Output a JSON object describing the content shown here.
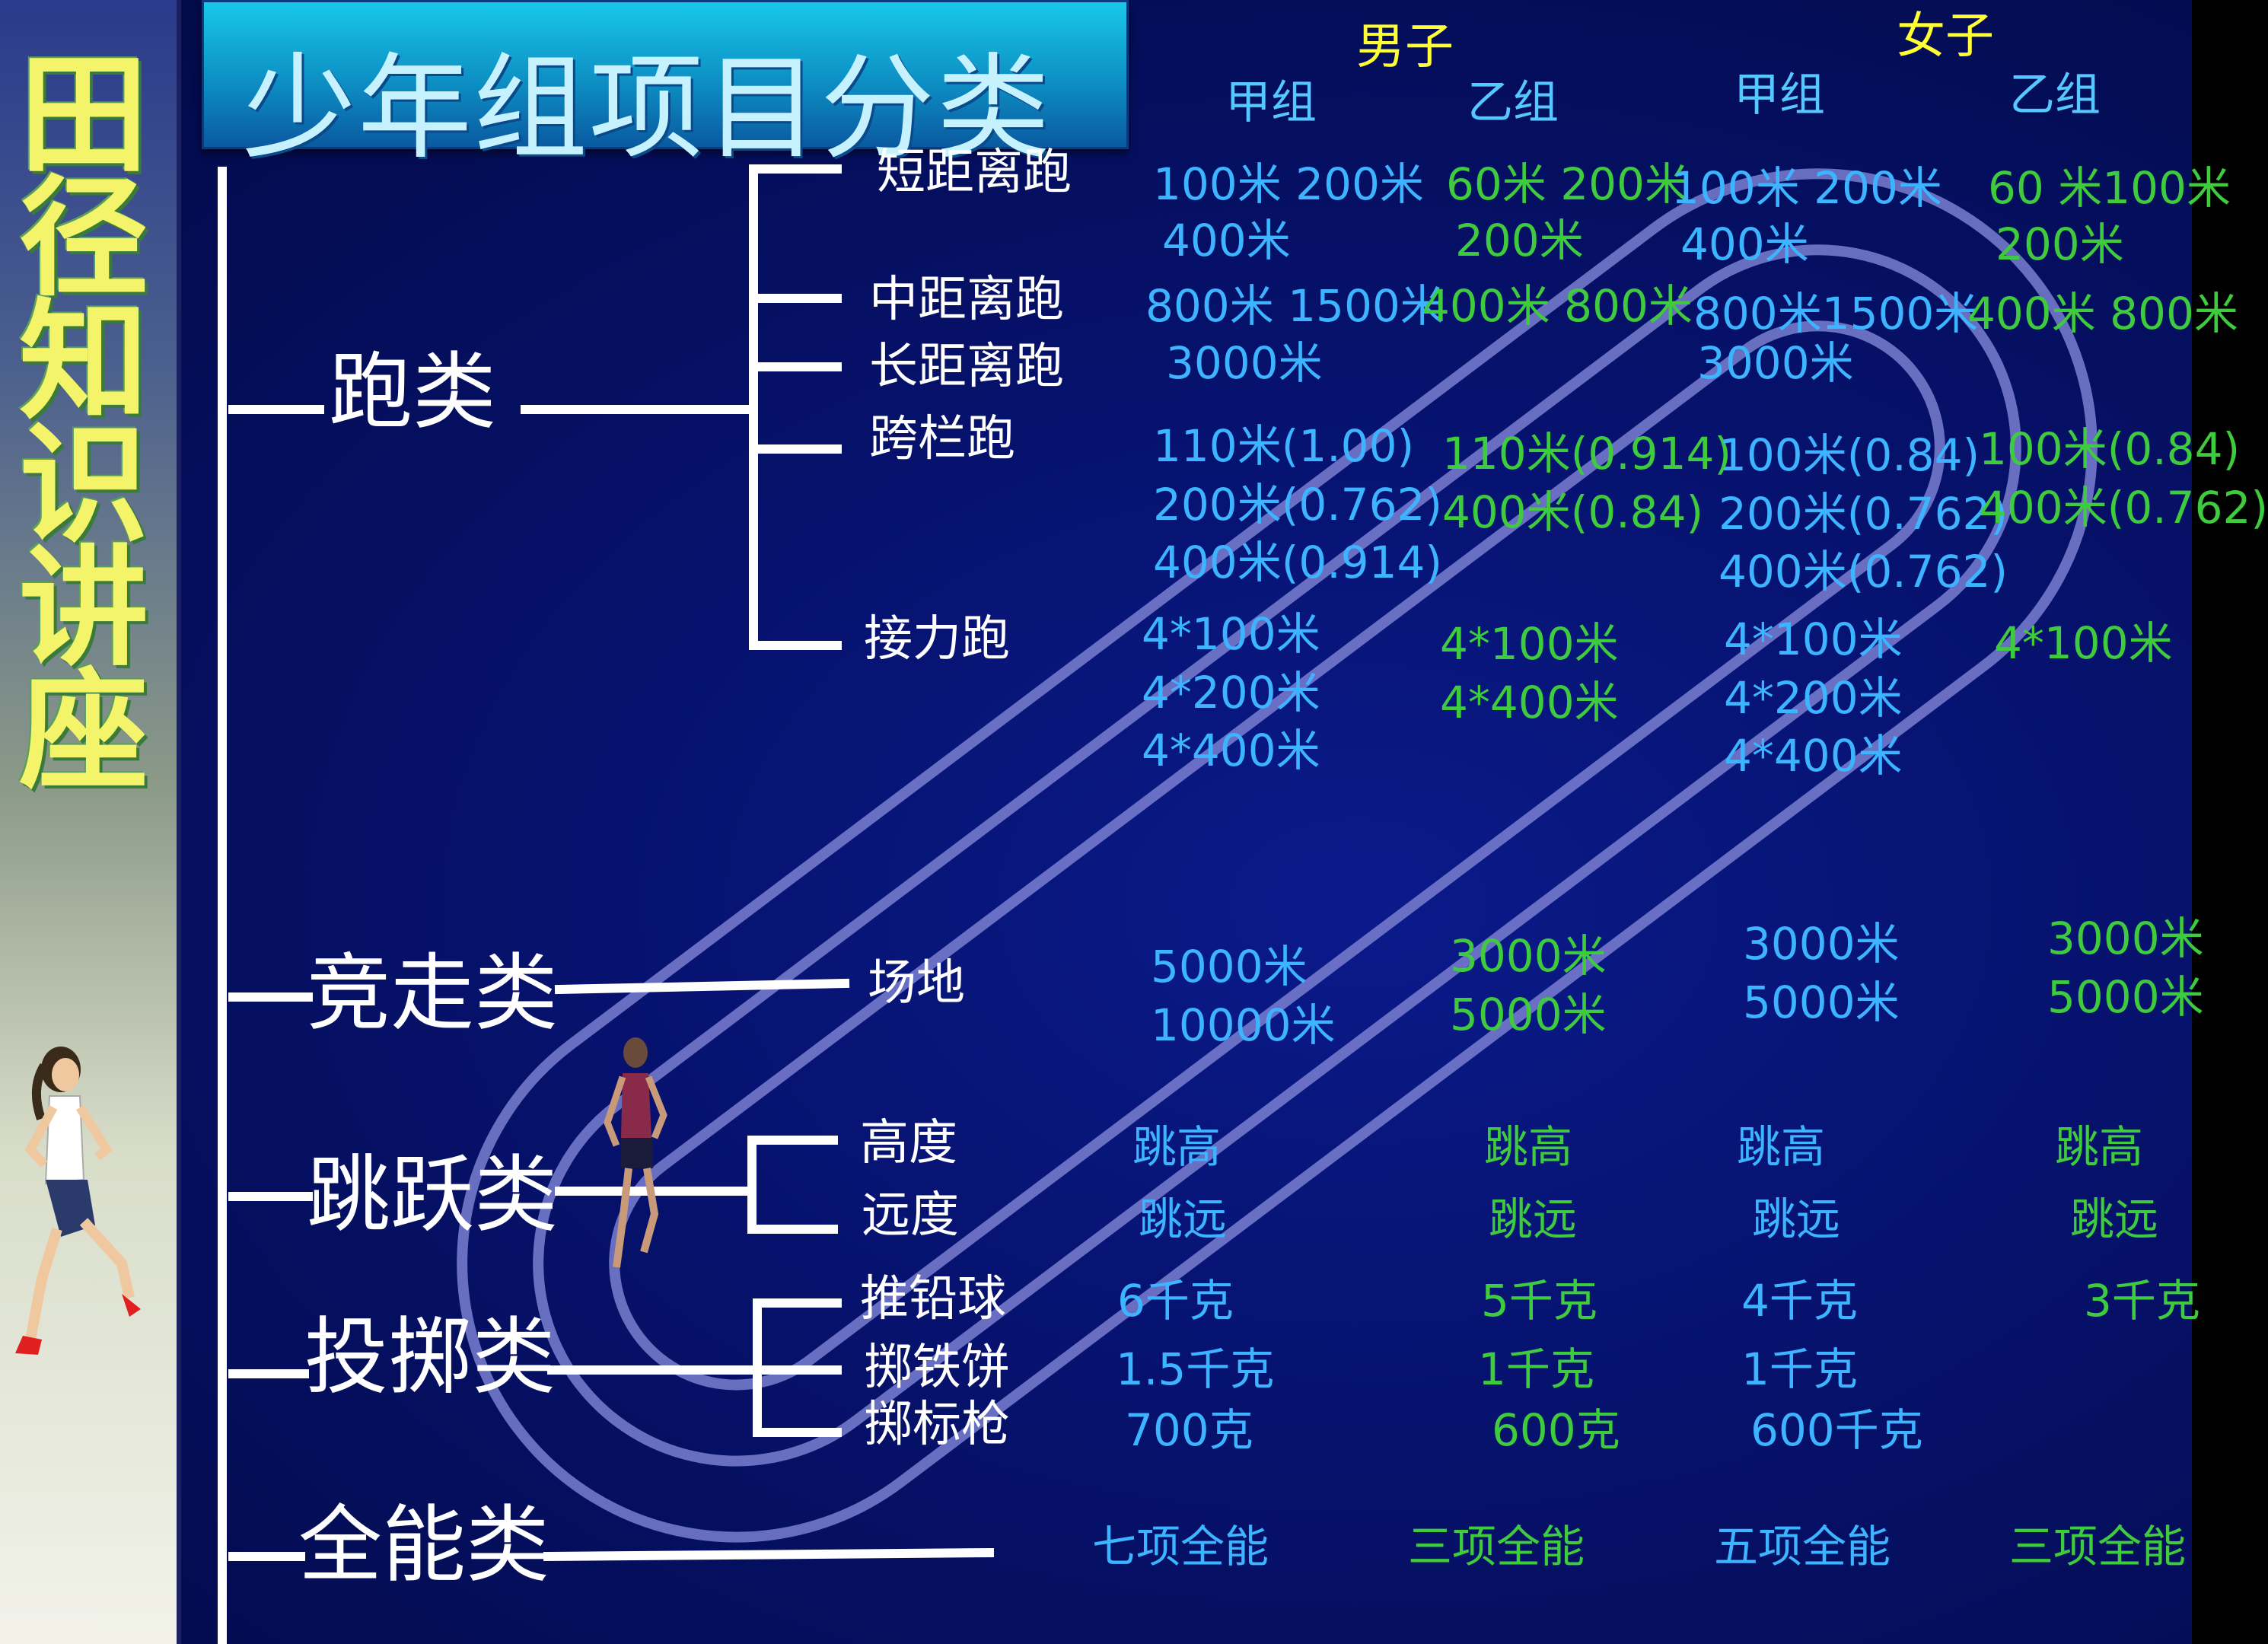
{
  "sidebar": {
    "title_chars": [
      "田",
      "径",
      "知",
      "识",
      "讲",
      "座"
    ]
  },
  "banner": {
    "title": "少年组项目分类"
  },
  "headers": {
    "men": "男子",
    "women": "女子",
    "men_a": "甲组",
    "men_b": "乙组",
    "women_a": "甲组",
    "women_b": "乙组"
  },
  "categories": {
    "running": "跑类",
    "walking": "竞走类",
    "jumping": "跳跃类",
    "throwing": "投掷类",
    "combined": "全能类"
  },
  "subs": {
    "sprint": "短距离跑",
    "middle": "中距离跑",
    "long": "长距离跑",
    "hurdles": "跨栏跑",
    "relay": "接力跑",
    "field": "场地",
    "height": "高度",
    "distance": "远度",
    "shot": "推铅球",
    "discus": "掷铁饼",
    "javelin": "掷标枪"
  },
  "cells": {
    "sprint": {
      "ma": [
        "100米 200米",
        "400米"
      ],
      "mb": [
        "60米 200米",
        "200米"
      ],
      "wa": [
        "100米 200米",
        "400米"
      ],
      "wb": [
        "60 米100米",
        "200米"
      ]
    },
    "middle": {
      "ma": [
        "800米 1500米"
      ],
      "mb": [
        "400米 800米"
      ],
      "wa": [
        "800米1500米"
      ],
      "wb": [
        "400米 800米"
      ]
    },
    "long": {
      "ma": [
        "3000米"
      ],
      "wa": [
        "3000米"
      ]
    },
    "hurdles": {
      "ma": [
        "110米(1.00)",
        "200米(0.762)",
        "400米(0.914)"
      ],
      "mb": [
        "110米(0.914)",
        "400米(0.84)"
      ],
      "wa": [
        "100米(0.84)",
        "200米(0.762)",
        "400米(0.762)"
      ],
      "wb": [
        "100米(0.84)",
        "400米(0.762)"
      ]
    },
    "relay": {
      "ma": [
        "4*100米",
        "4*200米",
        "4*400米"
      ],
      "mb": [
        "4*100米",
        "4*400米"
      ],
      "wa": [
        "4*100米",
        "4*200米",
        "4*400米"
      ],
      "wb": [
        "4*100米"
      ]
    },
    "walk": {
      "ma": [
        "5000米",
        "10000米"
      ],
      "mb": [
        "3000米",
        "5000米"
      ],
      "wa": [
        "3000米",
        "5000米"
      ],
      "wb": [
        "3000米",
        "5000米"
      ]
    },
    "height": {
      "ma": "跳高",
      "mb": "跳高",
      "wa": "跳高",
      "wb": "跳高"
    },
    "distance": {
      "ma": "跳远",
      "mb": "跳远",
      "wa": "跳远",
      "wb": "跳远"
    },
    "shot": {
      "ma": "6千克",
      "mb": "5千克",
      "wa": "4千克",
      "wb": "3千克"
    },
    "discus": {
      "ma": "1.5千克",
      "mb": "1千克",
      "wa": "1千克"
    },
    "javelin": {
      "ma": "700克",
      "mb": "600克",
      "wa": "600千克"
    },
    "combined": {
      "ma": "七项全能",
      "mb": "三项全能",
      "wa": "五项全能",
      "wb": "三项全能"
    }
  },
  "colors": {
    "track": "#7a7fd0",
    "lines": "#ffffff",
    "blue_text": "#3cb4ff",
    "green_text": "#3ecc3e",
    "header_yellow": "#ffff33"
  }
}
